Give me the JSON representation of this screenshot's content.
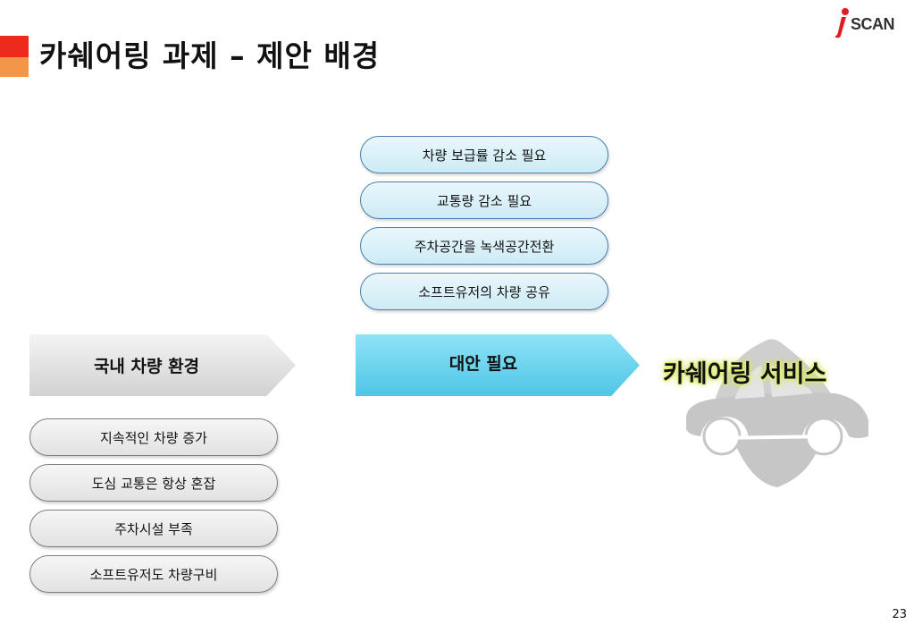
{
  "title": "카쉐어링 과제 –  제안 배경",
  "logo": {
    "letter": "i",
    "text": "SCAN"
  },
  "needs": [
    {
      "label": "차량 보급률 감소 필요"
    },
    {
      "label": "교통량 감소 필요"
    },
    {
      "label": "주차공간을 녹색공간전환"
    },
    {
      "label": "소프트유저의 차량 공유"
    }
  ],
  "flow": {
    "domestic_label": "국내 차량 환경",
    "alternative_label": "대안 필요",
    "service_label": "카쉐어링 서비스"
  },
  "issues": [
    {
      "label": "지속적인 차량 증가"
    },
    {
      "label": "도심 교통은 항상 혼잡"
    },
    {
      "label": "주차시설 부족"
    },
    {
      "label": "소프트유저도 차량구비"
    }
  ],
  "page_number": "23",
  "colors": {
    "accent_red": "#ee2a1c",
    "accent_orange": "#f4964a",
    "blue_pill_border": "#4a7fae",
    "blue_arrow": "#4ec6e6",
    "car_gray": "#c8c8c8",
    "service_glow": "#dbe86a"
  },
  "icons": {
    "car": "car-icon",
    "logo_mark": "i-logo-icon"
  }
}
